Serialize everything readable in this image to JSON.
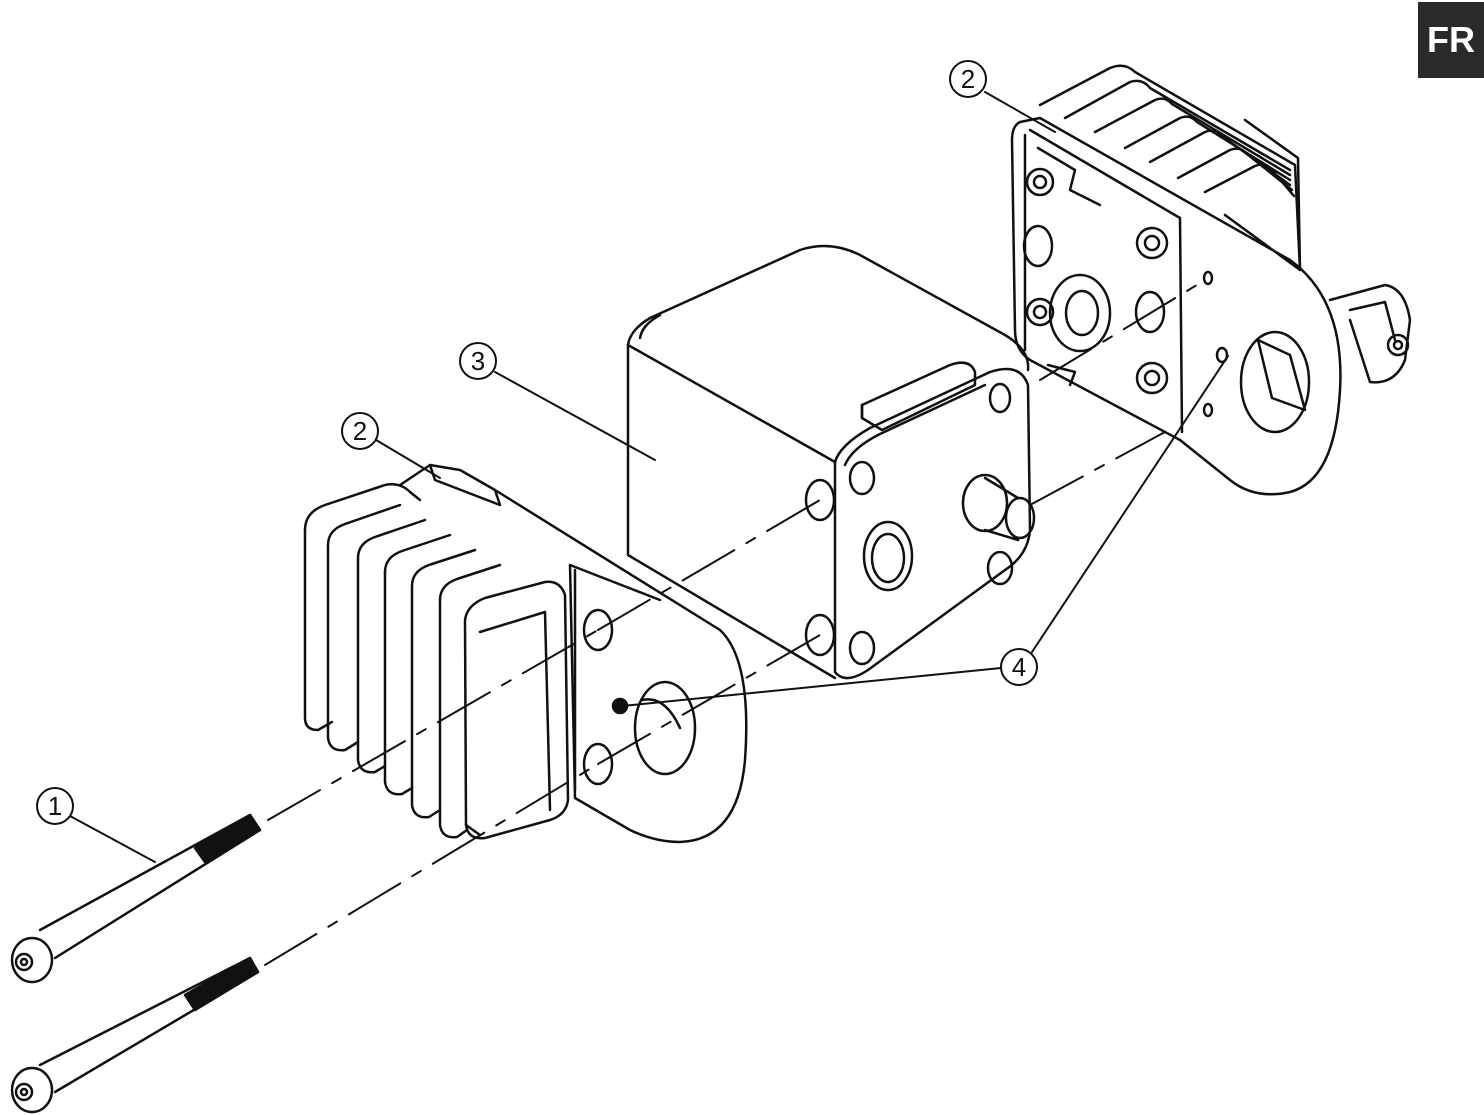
{
  "language_tab": "FR",
  "callouts": {
    "c1": "1",
    "c2_top": "2",
    "c2_left": "2",
    "c3": "3",
    "c4": "4"
  },
  "colors": {
    "line": "#111111",
    "tab_bg": "#2a2a2a",
    "tab_text": "#ffffff"
  }
}
